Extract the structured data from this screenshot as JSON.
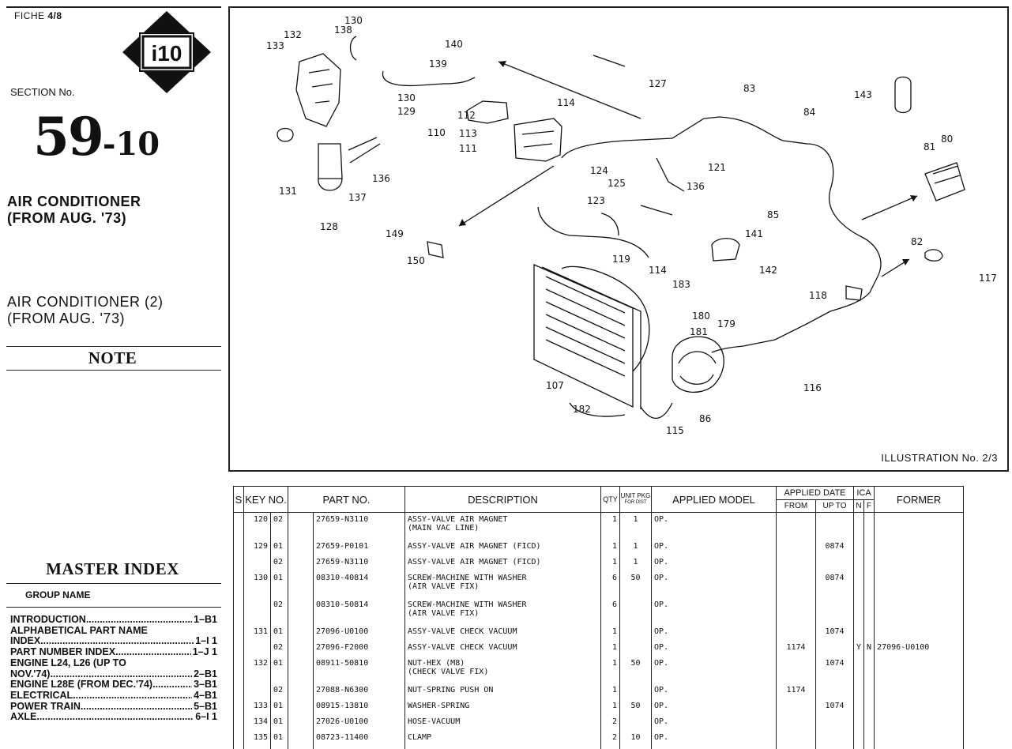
{
  "header": {
    "fiche_label": "FICHE",
    "fiche_value": "4/8",
    "badge": "i10",
    "section_label": "SECTION No.",
    "section_number": "59",
    "section_suffix": "-10",
    "title_line1": "AIR CONDITIONER",
    "title_line2": "(FROM AUG. '73)",
    "subtitle_line1": "AIR CONDITIONER (2)",
    "subtitle_line2": "(FROM AUG. '73)",
    "note": "NOTE"
  },
  "master_index": {
    "title": "MASTER INDEX",
    "group_header": "GROUP NAME",
    "items": [
      {
        "text": "INTRODUCTION",
        "page": "1–B1"
      },
      {
        "text": "ALPHABETICAL PART NAME",
        "page": ""
      },
      {
        "text": "  INDEX",
        "page": "1–I 1"
      },
      {
        "text": "PART NUMBER INDEX",
        "page": "1–J 1"
      },
      {
        "text": "ENGINE L24, L26 (UP TO",
        "page": ""
      },
      {
        "text": "  NOV.'74)",
        "page": "2–B1"
      },
      {
        "text": "ENGINE L28E (FROM DEC.'74)",
        "page": "3–B1"
      },
      {
        "text": "ELECTRICAL",
        "page": "4–B1"
      },
      {
        "text": "POWER TRAIN",
        "page": "5–B1"
      },
      {
        "text": "AXLE",
        "page": "6–I 1"
      }
    ]
  },
  "illustration": {
    "label": "ILLUSTRATION No. 2/3",
    "callouts": [
      "130",
      "132",
      "138",
      "133",
      "140",
      "139",
      "130",
      "129",
      "131",
      "137",
      "136",
      "128",
      "127",
      "112",
      "110",
      "113",
      "111",
      "114",
      "124",
      "125",
      "123",
      "136",
      "121",
      "83",
      "84",
      "143",
      "81",
      "80",
      "85",
      "82",
      "149",
      "150",
      "119",
      "114",
      "141",
      "142",
      "117",
      "183",
      "180",
      "179",
      "181",
      "118",
      "107",
      "182",
      "86",
      "115",
      "116"
    ]
  },
  "table": {
    "headers": {
      "s": "S",
      "key_no": "KEY NO.",
      "part_no": "PART NO.",
      "description": "DESCRIPTION",
      "qty": "QTY",
      "unit_pkg": "UNIT PKG",
      "unit_pkg_sub": "FOR DIST",
      "applied_model": "APPLIED MODEL",
      "applied_date": "APPLIED DATE",
      "from": "FROM",
      "up_to": "UP TO",
      "ica": "ICA",
      "n": "N",
      "f": "F",
      "former": "FORMER"
    },
    "rows": [
      {
        "key": "120",
        "sub": "02",
        "part": "27659-N3110",
        "desc": "ASSY-VALVE AIR MAGNET",
        "desc2": "(MAIN VAC LINE)",
        "qty": "1",
        "pkg": "1",
        "model": "OP.",
        "from": "",
        "upto": "",
        "n": "",
        "f": "",
        "former": ""
      },
      {
        "key": "129",
        "sub": "01",
        "part": "27659-P0101",
        "desc": "ASSY-VALVE AIR MAGNET (FICD)",
        "desc2": "",
        "qty": "1",
        "pkg": "1",
        "model": "OP.",
        "from": "",
        "upto": "0874",
        "n": "",
        "f": "",
        "former": ""
      },
      {
        "key": "",
        "sub": "02",
        "part": "27659-N3110",
        "desc": "ASSY-VALVE AIR MAGNET (FICD)",
        "desc2": "",
        "qty": "1",
        "pkg": "1",
        "model": "OP.",
        "from": "",
        "upto": "",
        "n": "",
        "f": "",
        "former": ""
      },
      {
        "key": "130",
        "sub": "01",
        "part": "08310-40814",
        "desc": "SCREW-MACHINE WITH WASHER",
        "desc2": "(AIR VALVE FIX)",
        "qty": "6",
        "pkg": "50",
        "model": "OP.",
        "from": "",
        "upto": "0874",
        "n": "",
        "f": "",
        "former": ""
      },
      {
        "key": "",
        "sub": "02",
        "part": "08310-50814",
        "desc": "SCREW-MACHINE WITH WASHER",
        "desc2": "(AIR VALVE FIX)",
        "qty": "6",
        "pkg": "",
        "model": "OP.",
        "from": "",
        "upto": "",
        "n": "",
        "f": "",
        "former": ""
      },
      {
        "key": "131",
        "sub": "01",
        "part": "27096-U0100",
        "desc": "ASSY-VALVE CHECK VACUUM",
        "desc2": "",
        "qty": "1",
        "pkg": "",
        "model": "OP.",
        "from": "",
        "upto": "1074",
        "n": "",
        "f": "",
        "former": ""
      },
      {
        "key": "",
        "sub": "02",
        "part": "27096-F2000",
        "desc": "ASSY-VALVE CHECK VACUUM",
        "desc2": "",
        "qty": "1",
        "pkg": "",
        "model": "OP.",
        "from": "1174",
        "upto": "",
        "n": "Y",
        "f": "N",
        "former": "27096-U0100"
      },
      {
        "key": "132",
        "sub": "01",
        "part": "08911-50810",
        "desc": "NUT-HEX (M8)",
        "desc2": "(CHECK VALVE FIX)",
        "qty": "1",
        "pkg": "50",
        "model": "OP.",
        "from": "",
        "upto": "1074",
        "n": "",
        "f": "",
        "former": ""
      },
      {
        "key": "",
        "sub": "02",
        "part": "27088-N6300",
        "desc": "NUT-SPRING PUSH ON",
        "desc2": "",
        "qty": "1",
        "pkg": "",
        "model": "OP.",
        "from": "1174",
        "upto": "",
        "n": "",
        "f": "",
        "former": ""
      },
      {
        "key": "133",
        "sub": "01",
        "part": "08915-13810",
        "desc": "WASHER-SPRING",
        "desc2": "",
        "qty": "1",
        "pkg": "50",
        "model": "OP.",
        "from": "",
        "upto": "1074",
        "n": "",
        "f": "",
        "former": ""
      },
      {
        "key": "134",
        "sub": "01",
        "part": "27026-U0100",
        "desc": "HOSE-VACUUM",
        "desc2": "",
        "qty": "2",
        "pkg": "",
        "model": "OP.",
        "from": "",
        "upto": "",
        "n": "",
        "f": "",
        "former": ""
      },
      {
        "key": "135",
        "sub": "01",
        "part": "08723-11400",
        "desc": "CLAMP",
        "desc2": "",
        "qty": "2",
        "pkg": "10",
        "model": "OP.",
        "from": "",
        "upto": "",
        "n": "",
        "f": "",
        "former": ""
      }
    ]
  }
}
